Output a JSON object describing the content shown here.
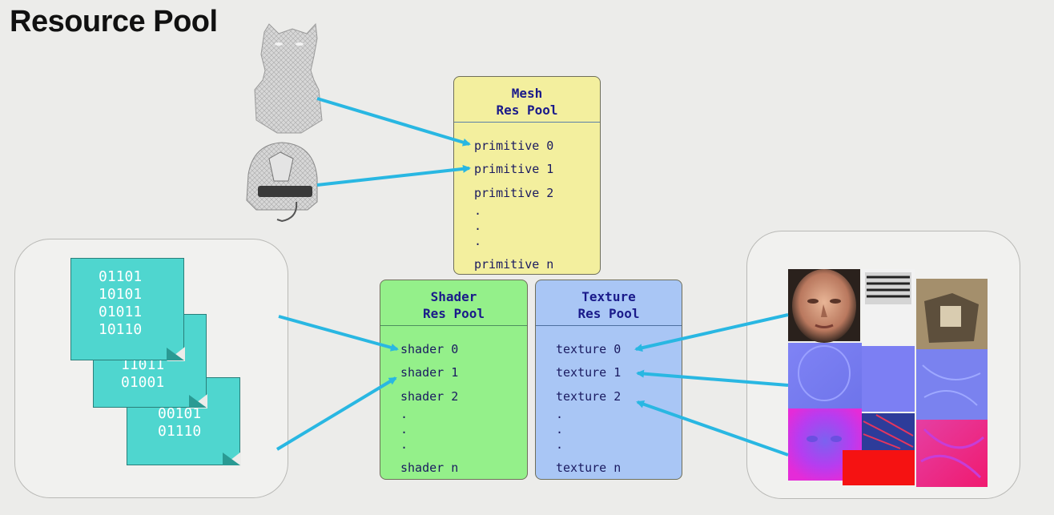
{
  "title": "Resource Pool",
  "mesh_pool": {
    "header": [
      "Mesh",
      "Res Pool"
    ],
    "entries": [
      "primitive 0",
      "primitive 1",
      "primitive 2",
      ".",
      ".",
      ".",
      "primitive n"
    ]
  },
  "shader_pool": {
    "header": [
      "Shader",
      "Res Pool"
    ],
    "entries": [
      "shader 0",
      "shader 1",
      "shader 2",
      ".",
      ".",
      ".",
      "shader n"
    ]
  },
  "texture_pool": {
    "header": [
      "Texture",
      "Res Pool"
    ],
    "entries": [
      "texture 0",
      "texture 1",
      "texture 2",
      ".",
      ".",
      ".",
      "texture n"
    ]
  },
  "binary_docs": [
    {
      "lines": [
        "01101",
        "10101",
        "01011",
        "10110"
      ]
    },
    {
      "lines": [
        "11011",
        "01001"
      ]
    },
    {
      "lines": [
        "00101",
        "01110"
      ]
    }
  ],
  "colors": {
    "mesh_pool": "#f3ef9e",
    "shader_pool": "#94f08a",
    "texture_pool": "#a9c6f5",
    "arrow": "#29b7e2",
    "doc": "#4fd6cf"
  },
  "icons": {
    "head_model": "wireframe-head-icon",
    "helmet_model": "wireframe-helmet-icon",
    "texture_atlas": "texture-atlas-icon"
  }
}
